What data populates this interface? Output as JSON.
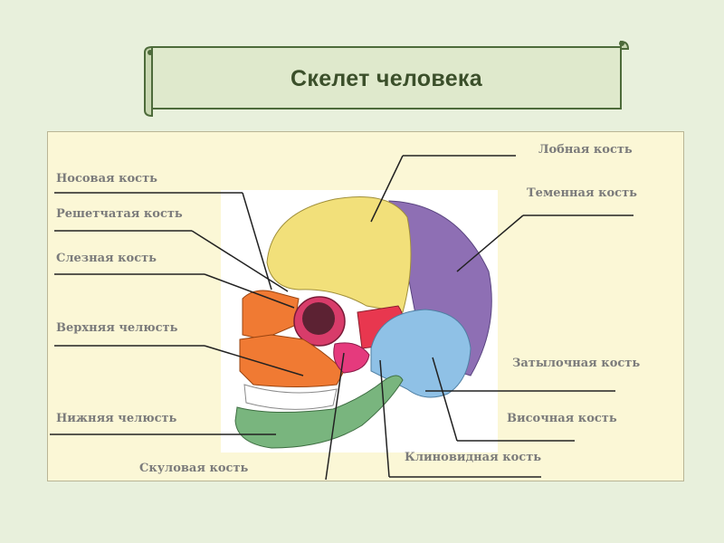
{
  "title": "Скелет человека",
  "labels": {
    "frontal": "Лобная кость",
    "nasal": "Носовая кость",
    "parietal": "Теменная кость",
    "ethmoid": "Решетчатая кость",
    "lacrimal": "Слезная кость",
    "maxilla": "Верхняя челюсть",
    "occipital": "Затылочная кость",
    "mandible": "Нижняя челюсть",
    "temporal": "Височная кость",
    "sphenoid": "Клиновидная кость",
    "zygomatic": "Скуловая кость"
  },
  "colors": {
    "background": "#e8f0dc",
    "banner": "#dfe9cc",
    "panel": "#fbf7d6",
    "frontal": "#f2e07a",
    "parietal": "#8e6fb4",
    "temporal": "#8fc1e6",
    "sphenoid": "#e8374f",
    "maxilla": "#f07a33",
    "mandible": "#79b57e",
    "zygomatic": "#e53a7d"
  }
}
